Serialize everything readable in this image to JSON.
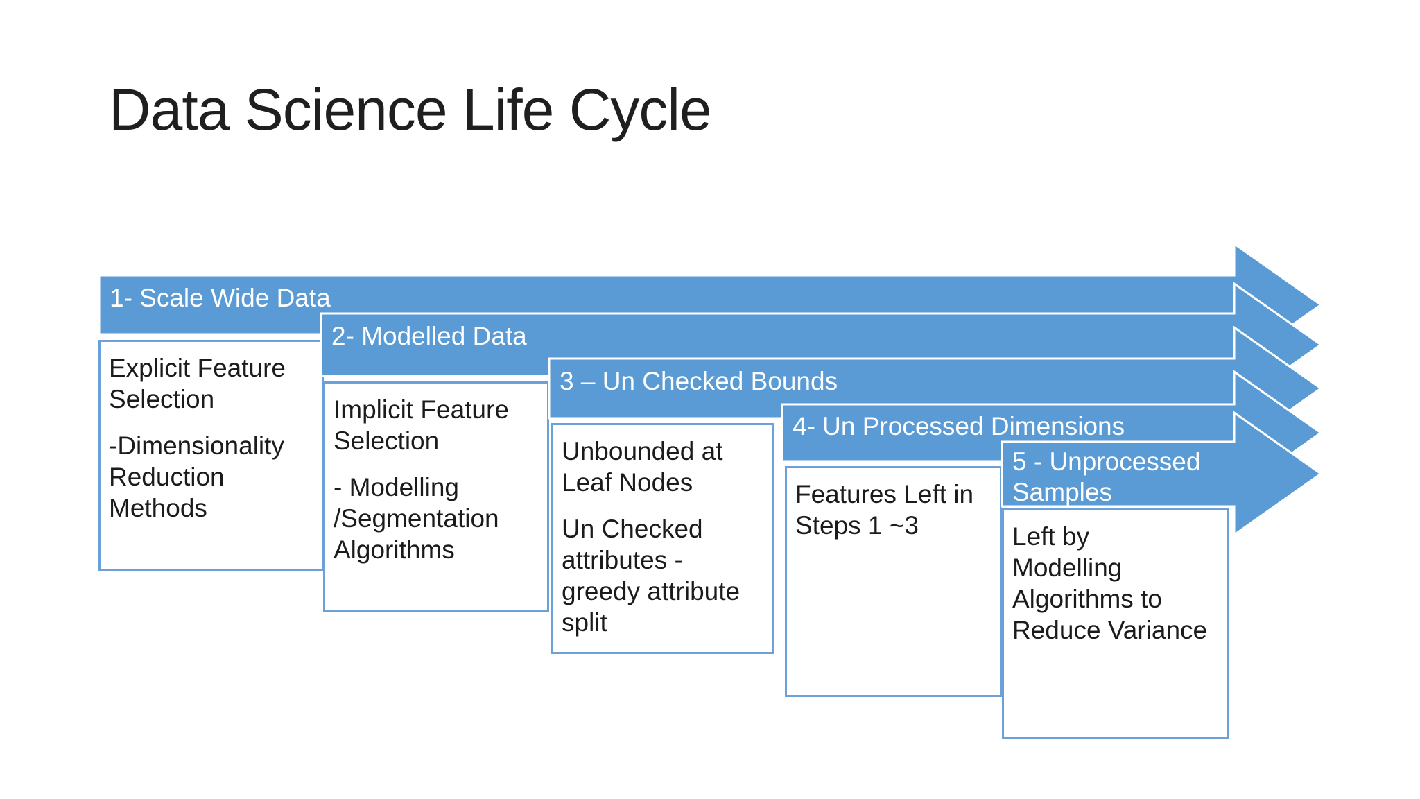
{
  "slide": {
    "title": "Data Science Life Cycle"
  },
  "colors": {
    "arrow_blue": "#5B9BD5",
    "box_border_blue": "#6BA0D8",
    "banner_text": "#FFFFFF",
    "body_text": "#1B1B1B",
    "background": "#FFFFFF"
  },
  "steps": [
    {
      "banner_label": "1- Scale Wide Data",
      "box_paragraphs": [
        "Explicit Feature\nSelection",
        "-Dimensionality\nReduction\nMethods"
      ]
    },
    {
      "banner_label": "2- Modelled Data",
      "box_paragraphs": [
        "Implicit Feature\nSelection",
        "- Modelling\n/Segmentation\nAlgorithms"
      ]
    },
    {
      "banner_label": "3 – Un Checked Bounds",
      "box_paragraphs": [
        "Unbounded at\nLeaf Nodes",
        "Un Checked\nattributes -\ngreedy attribute\nsplit"
      ]
    },
    {
      "banner_label": "4- Un Processed Dimensions",
      "box_paragraphs": [
        "Features Left in\nSteps 1 ~3"
      ]
    },
    {
      "banner_label": "5 - Unprocessed\nSamples",
      "box_paragraphs": [
        "Left by\nModelling\nAlgorithms to\nReduce Variance"
      ]
    }
  ]
}
